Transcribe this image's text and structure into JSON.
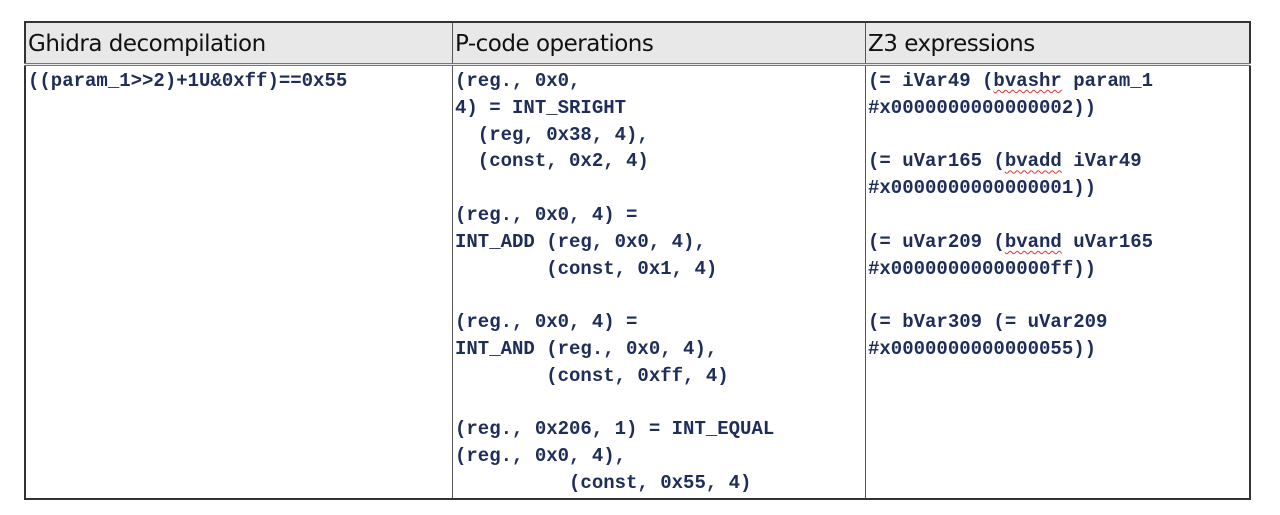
{
  "headers": [
    "Ghidra decompilation",
    "P-code operations",
    "Z3 expressions"
  ],
  "ghidra": "((param_1>>2)+1U&0xff)==0x55",
  "pcode": "(reg., 0x0,\n4) = INT_SRIGHT\n  (reg, 0x38, 4),\n  (const, 0x2, 4)\n\n(reg., 0x0, 4) =\nINT_ADD (reg, 0x0, 4),\n        (const, 0x1, 4)\n\n(reg., 0x0, 4) =\nINT_AND (reg., 0x0, 4),\n        (const, 0xff, 4)\n\n(reg., 0x206, 1) = INT_EQUAL\n(reg., 0x0, 4),\n          (const, 0x55, 4)",
  "z3": [
    {
      "a": "(= iVar49 (",
      "op": "bvashr",
      "b": " param_1\n#x0000000000000002))"
    },
    {
      "a": "(= uVar165 (",
      "op": "bvadd",
      "b": " iVar49\n#x0000000000000001))"
    },
    {
      "a": "(= uVar209 (",
      "op": "bvand",
      "b": " uVar165\n#x00000000000000ff))"
    },
    {
      "a": "(= bVar309 (= uVar209\n#x0000000000000055))",
      "op": "",
      "b": ""
    }
  ]
}
